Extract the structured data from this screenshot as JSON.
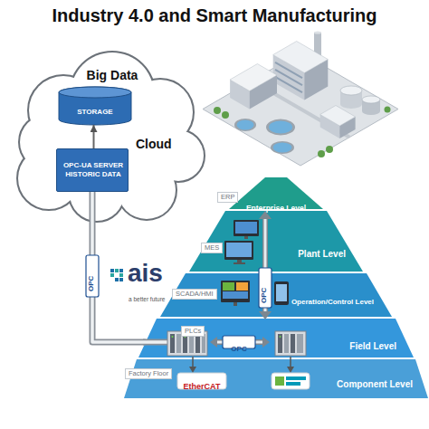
{
  "diagram": {
    "title": "Industry 4.0 and Smart Manufacturing",
    "nodes": [
      {
        "text": [
          "Big Data",
          "Cloud"
        ]
      },
      {
        "text": [
          "STORAGE"
        ],
        "in": 0
      },
      {
        "text": [
          "OPC-UA SERVER HISTORIC DATA"
        ],
        "in": 0
      },
      {
        "text": [
          "ERP",
          "Enterprise Level"
        ]
      },
      {
        "text": [
          "MES",
          "Plant Level"
        ]
      },
      {
        "text": [
          "SCADA/HMI",
          "Operation/Control Level"
        ]
      },
      {
        "text": [
          "PLCs",
          "Field Level"
        ]
      },
      {
        "text": [
          "Factory Floor",
          "Component Level"
        ]
      }
    ],
    "edges": [
      {
        "from": 2,
        "to": 1,
        "arrow": "to"
      },
      {
        "from": 2,
        "to": 6,
        "arrow": "none"
      }
    ],
    "labels": [
      "OPC",
      "ais",
      "a better future",
      "OPC",
      "OPC",
      "EtherCAT"
    ]
  }
}
